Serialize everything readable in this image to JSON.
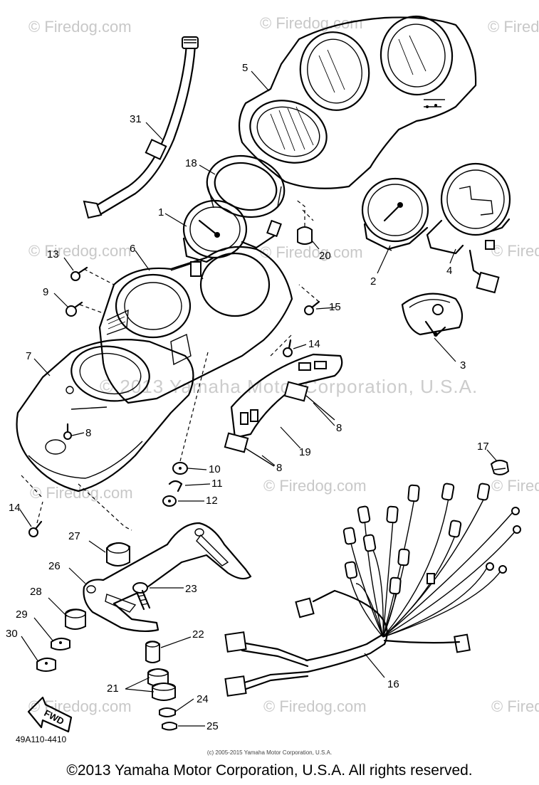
{
  "watermarks": [
    "© Firedog.com",
    "© Firedog.com",
    "© Firedog.com",
    "© Firedog.com",
    "© Firedog.com",
    "© Firedog.com",
    "© Firedog.com",
    "© Firedog.com",
    "© Firedog.com",
    "© Firedog.com",
    "© Firedog.com",
    "© Firedog.com"
  ],
  "watermark_center": "© 2013 Yamaha Motor Corporation, U.S.A.",
  "callouts": {
    "c31": "31",
    "c5": "5",
    "c18": "18",
    "c1": "1",
    "c20": "20",
    "c2": "2",
    "c4": "4",
    "c3": "3",
    "c13": "13",
    "c6": "6",
    "c9": "9",
    "c15": "15",
    "c7": "7",
    "c14a": "14",
    "c8a": "8",
    "c8b": "8",
    "c8c": "8",
    "c19": "19",
    "c10": "10",
    "c11": "11",
    "c12": "12",
    "c17": "17",
    "c14b": "14",
    "c27": "27",
    "c26": "26",
    "c23": "23",
    "c28": "28",
    "c29": "29",
    "c30": "30",
    "c22": "22",
    "c21": "21",
    "c16": "16",
    "c24": "24",
    "c25": "25"
  },
  "fwd_label": "FWD",
  "diagram_code": "49A110-4410",
  "small_copyright": "(c) 2005-2015 Yamaha Motor Corporation, U.S.A.",
  "footer_copyright": "©2013 Yamaha Motor Corporation, U.S.A. All rights reserved."
}
